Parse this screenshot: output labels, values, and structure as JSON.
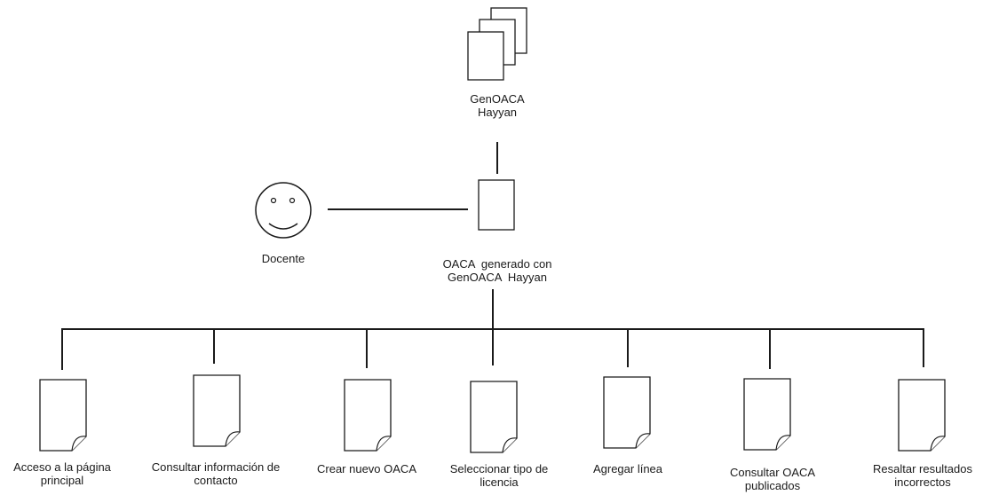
{
  "root": {
    "label_lines": [
      "GenOACA",
      "Hayyan"
    ],
    "icon": "document-stack-icon"
  },
  "actor": {
    "label": "Docente",
    "icon": "smiley-actor-icon"
  },
  "center": {
    "label_lines": [
      "OACA  generado con",
      "GenOACA  Hayyan"
    ],
    "icon": "document-icon"
  },
  "leaves": [
    {
      "label_lines": [
        "Acceso a la página",
        "principal"
      ],
      "icon": "folded-page-icon"
    },
    {
      "label_lines": [
        "Consultar información de",
        "contacto"
      ],
      "icon": "folded-page-icon"
    },
    {
      "label_lines": [
        "Crear nuevo OACA"
      ],
      "icon": "folded-page-icon"
    },
    {
      "label_lines": [
        "Seleccionar tipo de",
        "licencia"
      ],
      "icon": "folded-page-icon"
    },
    {
      "label_lines": [
        "Agregar línea"
      ],
      "icon": "folded-page-icon"
    },
    {
      "label_lines": [
        "Consultar OACA",
        "publicados"
      ],
      "icon": "folded-page-icon"
    },
    {
      "label_lines": [
        "Resaltar resultados",
        "incorrectos"
      ],
      "icon": "folded-page-icon"
    }
  ]
}
